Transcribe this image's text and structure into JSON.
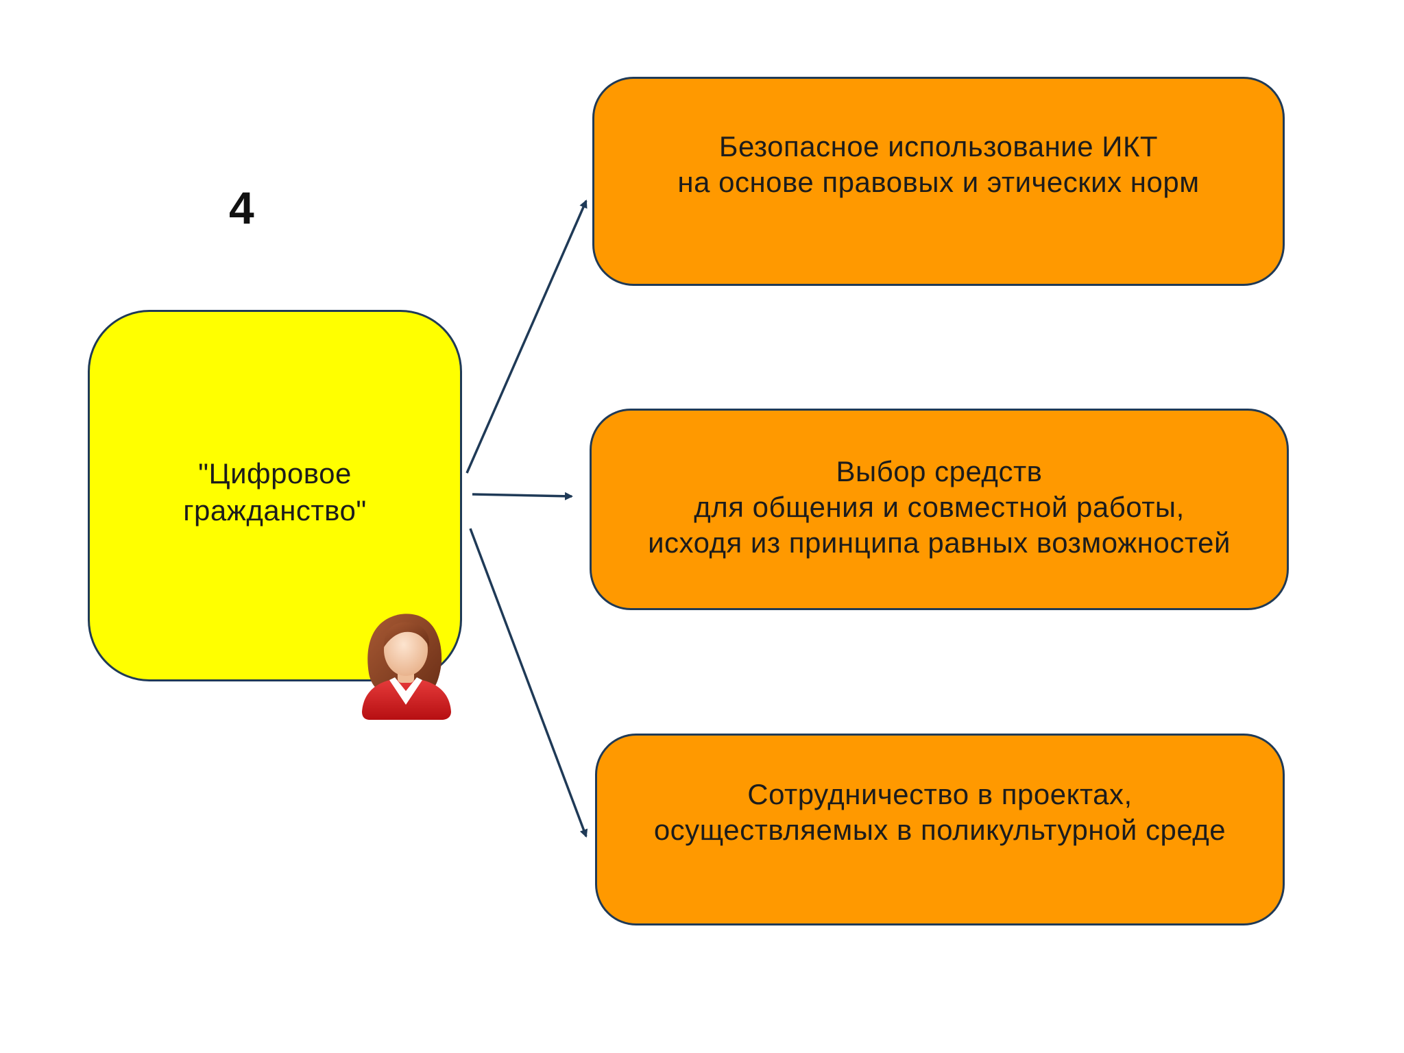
{
  "slide": {
    "number": "4"
  },
  "center_node": {
    "label": "\"Цифровое\nгражданство\"",
    "icon": "user-woman-icon"
  },
  "outcome_nodes": [
    {
      "label": "Безопасное  использование ИКТ\nна основе правовых и этических норм"
    },
    {
      "label": "Выбор средств\nдля общения и совместной работы,\nисходя из принципа равных возможностей"
    },
    {
      "label": "Сотрудничество в проектах,\nосуществляемых в поликультурной среде"
    }
  ],
  "colors": {
    "center_fill": "#ffff00",
    "outcome_fill": "#ff9900",
    "border": "#1f3a57",
    "arrow": "#1f3a57"
  }
}
